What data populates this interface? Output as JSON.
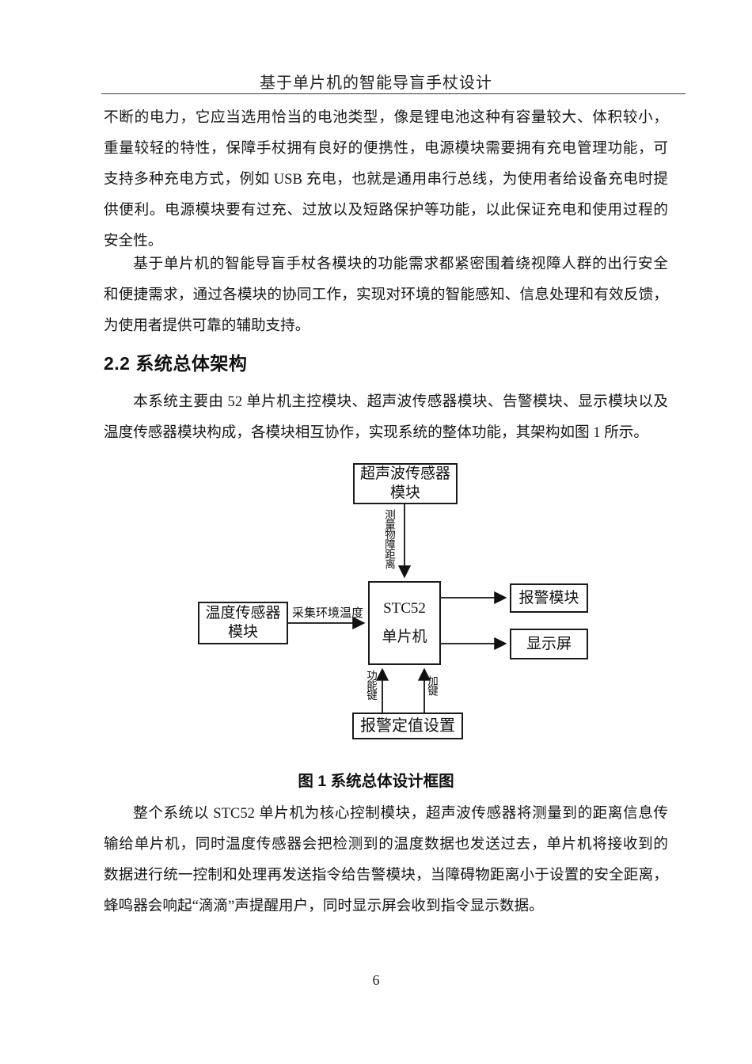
{
  "header": {
    "title": "基于单片机的智能导盲手杖设计"
  },
  "body": {
    "p1_lines": [
      "不断的电力，它应当选用恰当的电池类型，像是锂电池这种有容量较大、体积较小，",
      "重量较轻的特性，保障手杖拥有良好的便携性，电源模块需要拥有充电管理功能，可",
      "支持多种充电方式，例如 USB 充电，也就是通用串行总线，为使用者给设备充电时提",
      "供便利。电源模块要有过充、过放以及短路保护等功能，以此保证充电和使用过程的",
      "安全性。"
    ],
    "p2_lines": [
      "基于单片机的智能导盲手杖各模块的功能需求都紧密围着绕视障人群的出行安全",
      "和便捷需求，通过各模块的协同工作，实现对环境的智能感知、信息处理和有效反馈，",
      "为使用者提供可靠的辅助支持。"
    ],
    "section_heading": "2.2 系统总体架构",
    "p3_lines": [
      "本系统主要由 52 单片机主控模块、超声波传感器模块、告警模块、显示模块以及",
      "温度传感器模块构成，各模块相互协作，实现系统的整体功能，其架构如图 1 所示。"
    ],
    "p4_lines": [
      "整个系统以 STC52 单片机为核心控制模块，超声波传感器将测量到的距离信息传",
      "输给单片机，同时温度传感器会把检测到的温度数据也发送过去，单片机将接收到的",
      "数据进行统一控制和处理再发送指令给告警模块，当障碍物距离小于设置的安全距离，",
      "蜂鸣器会响起“滴滴”声提醒用户，同时显示屏会收到指令显示数据。"
    ]
  },
  "figure": {
    "caption": "图 1 系统总体设计框图",
    "boxes": {
      "ultrasonic": "超声波传感器模块",
      "mcu_line1": "STC52",
      "mcu_line2": "单片机",
      "alarm": "报警模块",
      "display": "显示屏",
      "temperature": "温度传感器模块",
      "setpoint": "报警定值设置"
    },
    "edge_labels": {
      "measure_distance": "测量物障距离",
      "collect_temperature": "采集环境温度",
      "function_key": "功能键",
      "add_key": "加键"
    },
    "line_color": "#111111"
  },
  "footer": {
    "page_number": "6"
  }
}
